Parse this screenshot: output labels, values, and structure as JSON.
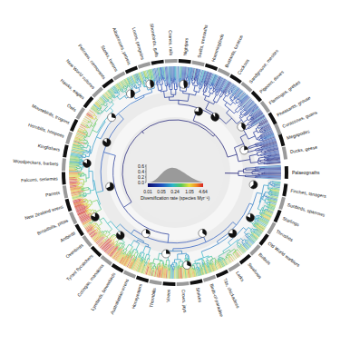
{
  "diagram": {
    "labels": [
      "Palaeognaths",
      "Ducks, geese",
      "Megapodes",
      "Curassows, guans",
      "Pheasants, grouse",
      "Flamingos, grebes",
      "Pigeons, doves",
      "Sandgrouse, mesites",
      "Cuckoos",
      "Bustards, turacos",
      "Hummingbirds",
      "Swifts, treeswifts",
      "Nightjars",
      "Cranes, rails",
      "Shorebirds, gulls",
      "Loons, penguins",
      "Albatrosses, petrels",
      "Storks, herons",
      "Pelicans, cormorants",
      "New World vultures",
      "Hawks, eagles",
      "Owls",
      "Mousebirds, trogons",
      "Hornbills, hoopoes",
      "Kingfishers",
      "Woodpeckers, barbets",
      "Falcons, seriemas",
      "Parrots",
      "New Zealand wrens",
      "Broadbills, pittas",
      "Antbirds",
      "Ovenbirds",
      "Tyrant flycatchers",
      "Cotingas, manakins",
      "Lyrebirds, bowerbirds",
      "Australasian wrens",
      "Honeyeaters",
      "Thornbills",
      "Vireos",
      "Crows, jays",
      "Shrikes",
      "Birds-of-paradise",
      "Tits, chickadees",
      "Larks",
      "Swallows",
      "Bulbuls",
      "Old World warblers",
      "Thrushes",
      "Starlings",
      "Sunbirds, sparrows",
      "Finches, tanagers",
      "0.6",
      "0.4",
      "0.2",
      "0.0",
      "0.01",
      "0.05",
      "0.24",
      "1.05",
      "4.64",
      "Diversification rate (species Myr⁻¹)"
    ]
  }
}
